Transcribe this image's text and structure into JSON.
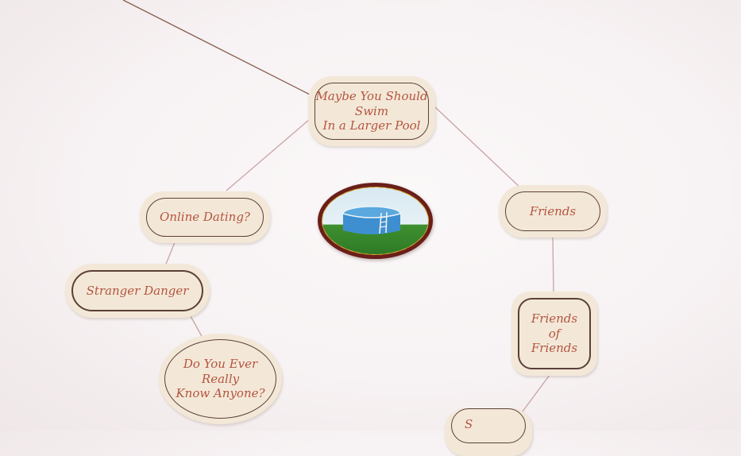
{
  "cards": {
    "larger_pool": "Maybe You Should\nSwim\nIn a Larger Pool",
    "online_dating": "Online Dating?",
    "stranger_danger": "Stranger Danger",
    "know_anyone": "Do You Ever\nReally\nKnow Anyone?",
    "friends": "Friends",
    "friends_of_friends": "Friends\nof\nFriends",
    "partial_bottom": "S"
  },
  "colors": {
    "wall": "#f7f2f3",
    "card_paper": "#f3e8d8",
    "handwriting": "#b5543f",
    "card_border": "#5a4038",
    "connector": "#c9a4a4",
    "frame_red": "#6b1f1a",
    "frame_gold": "#e0b23a",
    "pool_water": "#4d9fd6",
    "grass": "#3f8f2f"
  },
  "center_image": "above-ground-pool-painting"
}
